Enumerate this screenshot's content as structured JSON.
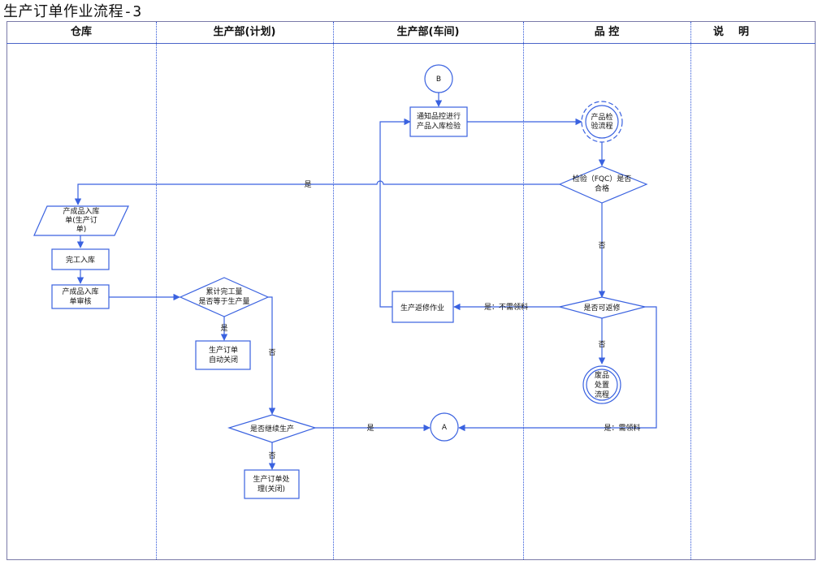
{
  "title": "生产订单作业流程-3",
  "colors": {
    "line": "#3a62e0",
    "border": "#6d7fbf",
    "text": "#111111"
  },
  "lanes": [
    "仓库",
    "生产部(计划)",
    "生产部(车间)",
    "品  控",
    "说    明"
  ],
  "nodes": {
    "connector_b": "B",
    "notify_qc": [
      "通知品控进行",
      "产品入库检验"
    ],
    "inspect_process": [
      "产品检",
      "验流程"
    ],
    "fqc_decision": [
      "检验（FQC）是否",
      "合格"
    ],
    "receipt_doc": [
      "产成品入库",
      "单(生产订",
      "单)"
    ],
    "complete_stock_in": "完工入库",
    "receipt_review": [
      "产成品入库",
      "单审核"
    ],
    "cumulative_decision": [
      "累计完工量",
      "是否等于生产量"
    ],
    "auto_close": [
      "生产订单",
      "自动关闭"
    ],
    "rework": "生产返修作业",
    "repairable_decision": "是否可返修",
    "scrap_process": [
      "废品",
      "处置",
      "流程"
    ],
    "continue_decision": "是否继续生产",
    "connector_a": "A",
    "order_close": [
      "生产订单处",
      "理(关闭)"
    ]
  },
  "edge_labels": {
    "fqc_yes": "是",
    "fqc_no": "否",
    "cumulative_yes": "是",
    "cumulative_no": "否",
    "repair_no_material": "是：不需领料",
    "repair_no": "否",
    "repair_need_material": "是：需领料",
    "continue_yes": "是",
    "continue_no": "否"
  }
}
